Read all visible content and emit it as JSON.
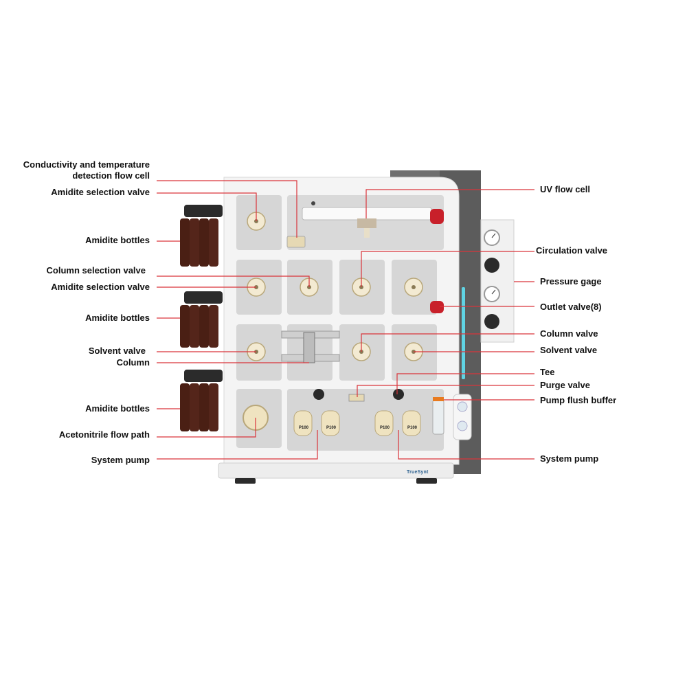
{
  "labels_left": [
    {
      "id": "conductivity",
      "text": "Conductivity and temperature\ndetection flow cell"
    },
    {
      "id": "amidite-sel-1",
      "text": "Amidite selection valve"
    },
    {
      "id": "amidite-bottles-1",
      "text": "Amidite bottles"
    },
    {
      "id": "column-sel",
      "text": "Column selection valve"
    },
    {
      "id": "amidite-sel-2",
      "text": "Amidite selection valve"
    },
    {
      "id": "amidite-bottles-2",
      "text": "Amidite bottles"
    },
    {
      "id": "solvent-valve-l",
      "text": "Solvent valve"
    },
    {
      "id": "column",
      "text": "Column"
    },
    {
      "id": "amidite-bottles-3",
      "text": "Amidite bottles"
    },
    {
      "id": "acetonitrile",
      "text": "Acetonitrile flow path"
    },
    {
      "id": "system-pump-l",
      "text": "System pump"
    }
  ],
  "labels_right": [
    {
      "id": "uv-flow-cell",
      "text": "UV flow cell"
    },
    {
      "id": "circulation",
      "text": "Circulation valve"
    },
    {
      "id": "pressure-gage",
      "text": "Pressure gage"
    },
    {
      "id": "outlet-valve",
      "text": "Outlet valve(8)"
    },
    {
      "id": "column-valve",
      "text": "Column valve"
    },
    {
      "id": "solvent-valve-r",
      "text": "Solvent valve"
    },
    {
      "id": "tee",
      "text": "Tee"
    },
    {
      "id": "purge-valve",
      "text": "Purge valve"
    },
    {
      "id": "pump-flush",
      "text": "Pump flush buffer"
    },
    {
      "id": "system-pump-r",
      "text": "System pump"
    }
  ],
  "device": {
    "brand": "TrueSynt",
    "pump_model": "P100"
  },
  "colors": {
    "leader": "#d9343b",
    "panel": "#ececec",
    "module": "#d6d6d6",
    "bottle": "#4a1f14",
    "side": "#6f6f6f",
    "accent_blue": "#5fd3e3",
    "red_valve": "#c8202a"
  }
}
